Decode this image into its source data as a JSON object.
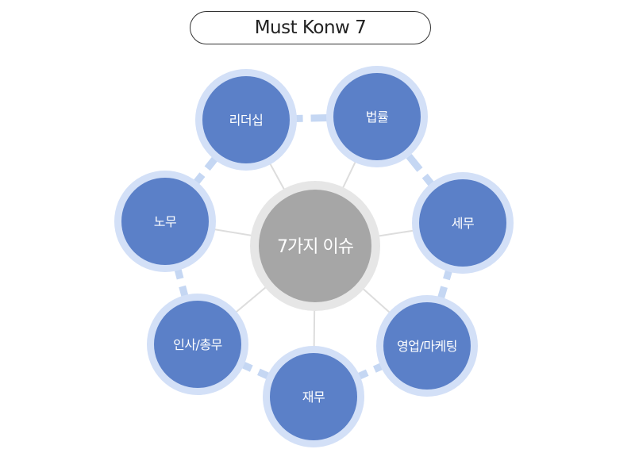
{
  "title": "Must Konw 7",
  "center": {
    "label": "7가지 이슈"
  },
  "nodes": [
    {
      "id": "legal",
      "label": "법률"
    },
    {
      "id": "tax",
      "label": "세무"
    },
    {
      "id": "sales-marketing",
      "label": "영업/마케팅"
    },
    {
      "id": "finance",
      "label": "재무"
    },
    {
      "id": "hr-general",
      "label": "인사/총무"
    },
    {
      "id": "labor",
      "label": "노무"
    },
    {
      "id": "leadership",
      "label": "리더십"
    }
  ],
  "colors": {
    "node_fill": "#5b80c8",
    "node_ring": "#d3e0f7",
    "ring_connector": "#c5d7f3",
    "spoke": "#dddddd",
    "center_fill": "#a6a6a6",
    "center_ring": "#e6e6e6",
    "title_border": "#333333",
    "node_text": "#ffffff"
  }
}
